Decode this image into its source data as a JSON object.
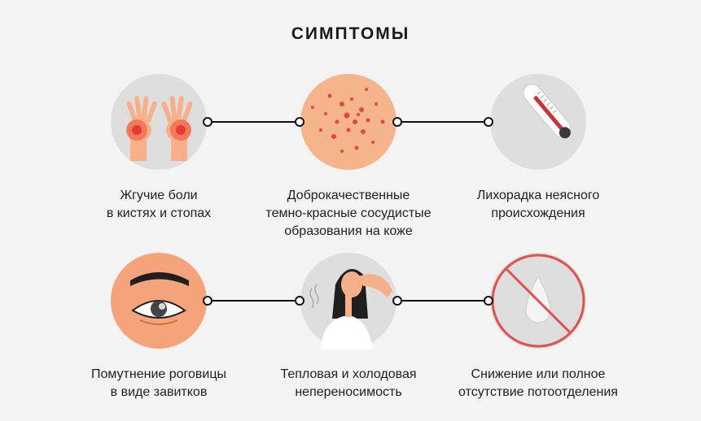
{
  "title": "СИМПТОМЫ",
  "colors": {
    "circle": "#dedede",
    "accent": "#e8734a",
    "skin": "#f5a37a",
    "line": "#111111"
  },
  "symptoms": [
    {
      "icon": "burning-hands-icon",
      "lines": [
        "Жгучие боли",
        "в кистях и стопах"
      ]
    },
    {
      "icon": "skin-rash-icon",
      "lines": [
        "Доброкачественные",
        "темно-красные сосудистые",
        "образования на коже"
      ]
    },
    {
      "icon": "thermometer-icon",
      "lines": [
        "Лихорадка неясного",
        "происхождения"
      ]
    },
    {
      "icon": "eye-icon",
      "lines": [
        "Помутнение роговицы",
        "в виде завитков"
      ]
    },
    {
      "icon": "woman-heat-icon",
      "lines": [
        "Тепловая и холодовая",
        "непереносимость"
      ]
    },
    {
      "icon": "no-sweat-drop-icon",
      "lines": [
        "Снижение или полное",
        "отсутствие потоотделения"
      ]
    }
  ]
}
